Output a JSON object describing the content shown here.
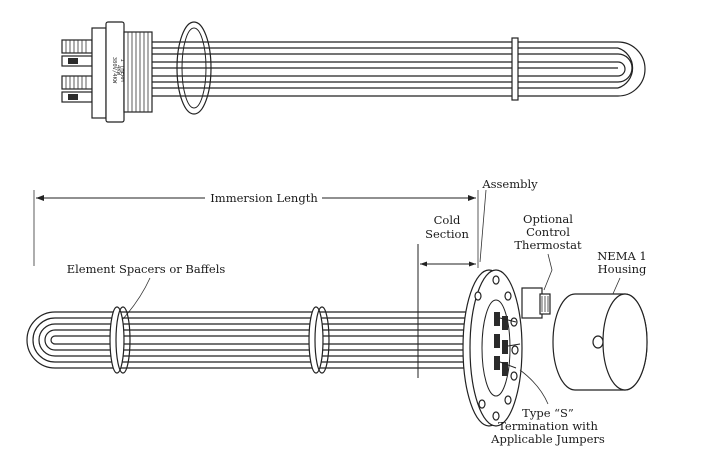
{
  "figure": {
    "top_view": {
      "head_stamp_lines": [
        "4KW",
        "380V/4KW",
        "1 THERM"
      ]
    },
    "labels": {
      "immersion_length": "Immersion Length",
      "assembly": "Assembly",
      "cold_section_line1": "Cold",
      "cold_section_line2": "Section",
      "thermostat_line1": "Optional",
      "thermostat_line2": "Control",
      "thermostat_line3": "Thermostat",
      "housing_line1": "NEMA 1",
      "housing_line2": "Housing",
      "spacers": "Element Spacers or Baffels",
      "termination_line1": "Type “S”",
      "termination_line2": "Termination with",
      "termination_line3": "Applicable Jumpers"
    }
  }
}
